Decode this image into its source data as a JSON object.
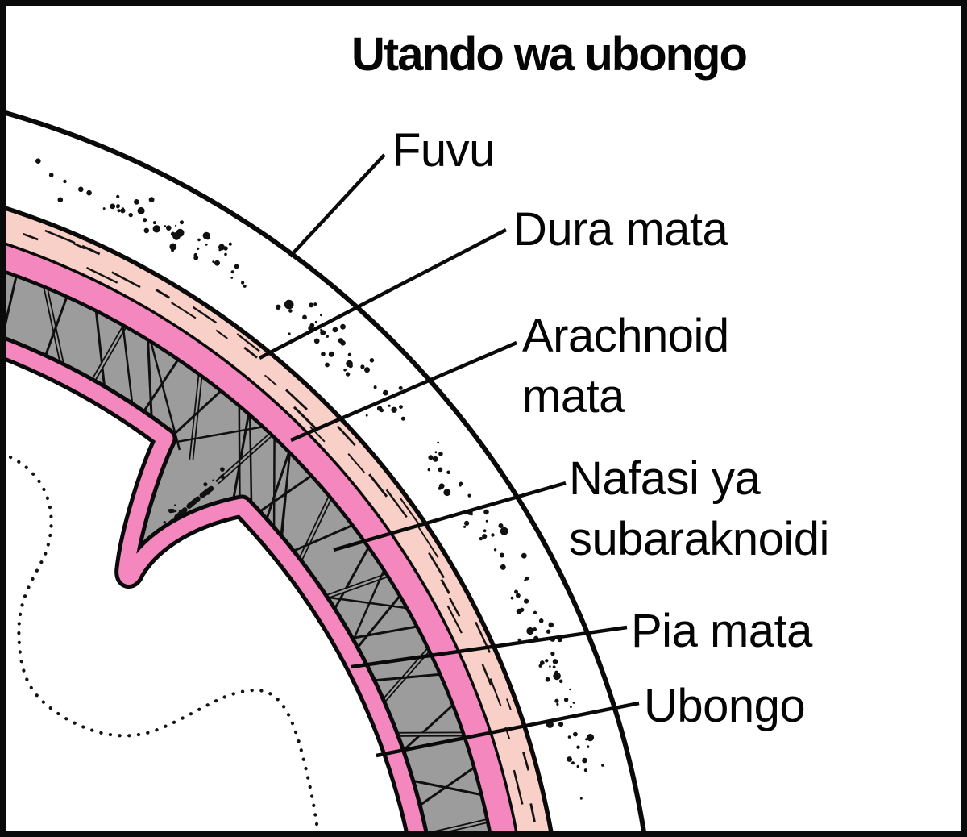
{
  "figure": {
    "title": "Utando wa ubongo",
    "labels": {
      "fuvu": "Fuvu",
      "dura": "Dura mata",
      "arachnoid": "Arachnoid\nmata",
      "nafasi": "Nafasi ya\nsubaraknoidi",
      "pia": "Pia mata",
      "ubongo": "Ubongo"
    },
    "colors": {
      "outline": "#0a0a0a",
      "skull_white": "#ffffff",
      "dura_pink": "#F9D0C7",
      "arachnoid_pink": "#F487BD",
      "pia_pink": "#F487BD",
      "subarachnoid_gray": "#9C9C9C",
      "brain_white": "#ffffff"
    }
  }
}
